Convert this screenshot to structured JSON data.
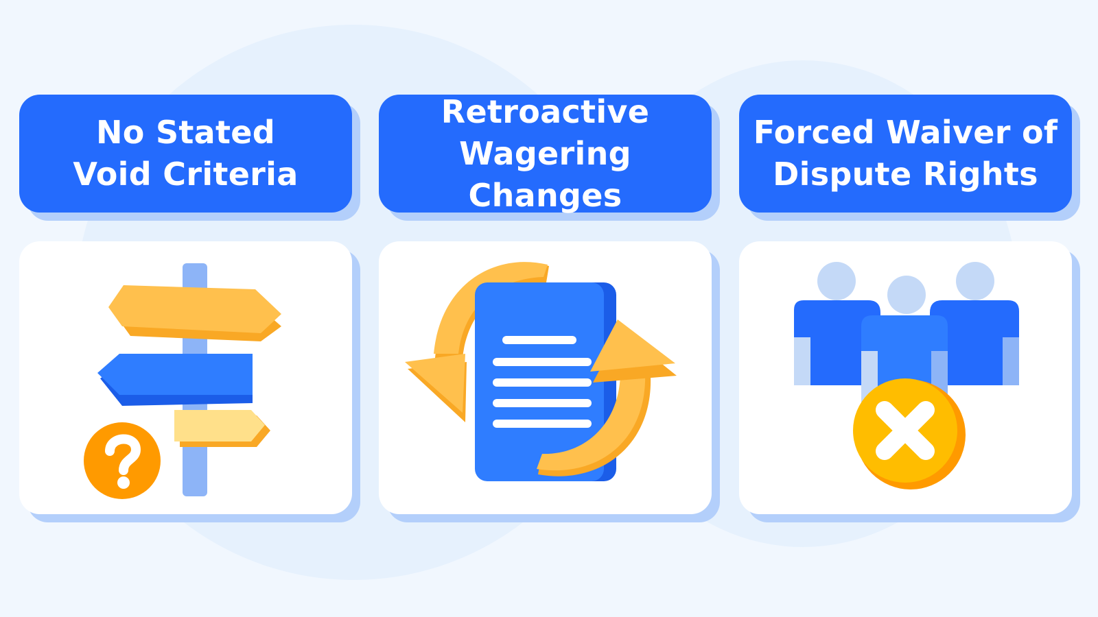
{
  "cards": [
    {
      "title": "No Stated\nVoid Criteria",
      "icon": "signpost-question-icon"
    },
    {
      "title": "Retroactive\nWagering Changes",
      "icon": "document-refresh-icon"
    },
    {
      "title": "Forced Waiver of\nDispute Rights",
      "icon": "group-rejected-icon"
    }
  ],
  "colors": {
    "background": "#f1f7fe",
    "accent_blue": "#246bfd",
    "shadow_blue": "#b3cffb",
    "arrow_orange": "#ffc04d",
    "warning_orange": "#ff9a00",
    "reject_yellow": "#ffbd00"
  }
}
